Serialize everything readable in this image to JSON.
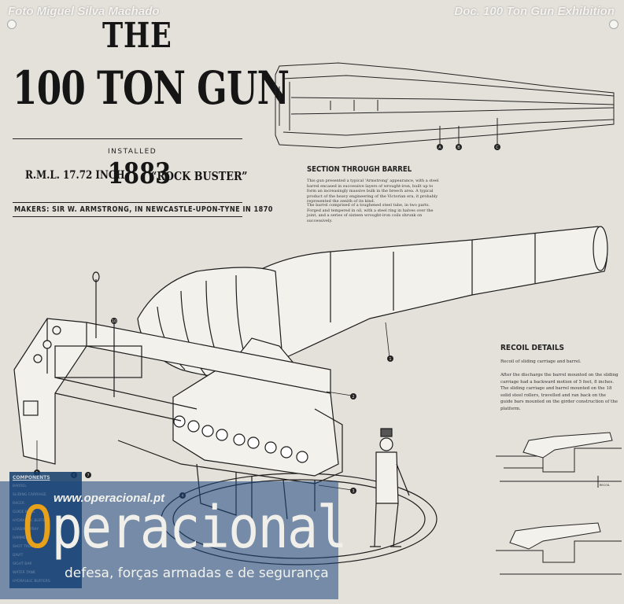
{
  "photo_credits": {
    "left": "Foto Miguel Silva Machado",
    "right": "Doc. 100 Ton Gun Exhibition"
  },
  "title": {
    "line1": "THE",
    "line2": "100 TON GUN",
    "installed_label": "INSTALLED",
    "calibre": "R.M.L. 17.72 INCH",
    "year": "1883",
    "nickname": "“ROCK BUSTER”",
    "makers": "MAKERS: SIR W. ARMSTRONG, IN NEWCASTLE-UPON-TYNE IN 1870"
  },
  "section_through_barrel": {
    "heading": "SECTION THROUGH BARREL",
    "paragraph1": "This gun presented a typical 'Armstrong' appearance, with a steel barrel encased in successive layers of wrought-iron, built up to form an increasingly massive bulk in the breech area. A typical product of the heavy engineering of the Victorian era, it probably represented the zenith of its kind.",
    "paragraph2": "The barrel comprised of a toughened steel tube, in two parts. Forged and tempered in oil, with a steel ring in halves over the joint, and a series of sixteen wrought-iron coils shrunk on successively."
  },
  "recoil_details": {
    "heading": "RECOIL DETAILS",
    "subheading": "Recoil of sliding carriage and barrel.",
    "paragraph": "After the discharge the barrel mounted on the sliding carriage had a backward motion of 5 feet, 8 inches. The sliding carriage and barrel mounted on the 18 solid steel rollers, travelled and ran back on the guide bars mounted on the girder construction of the platform."
  },
  "callouts": [
    "A",
    "B",
    "C",
    "1",
    "2",
    "3",
    "4",
    "5",
    "6",
    "7",
    "8",
    "9",
    "10"
  ],
  "components": {
    "title": "COMPONENTS",
    "items": [
      "BARREL",
      "SLIDING CARRIAGE",
      "RACER",
      "GUIDE BARS",
      "HYDRAULIC BUFFERS",
      "LOADING TRAY",
      "RAMMER",
      "SHOT TRUCK",
      "DAVIT",
      "SIGHT BAR",
      "WATER TANK",
      "HYDRAULIC BUFFERS"
    ]
  },
  "watermark": {
    "url": "www.operacional.pt",
    "brand_first": "O",
    "brand_rest": "peracional",
    "tagline": "defesa, forças armadas e de segurança"
  },
  "colors": {
    "board": "#e4e1da",
    "ink": "#151515",
    "watermark_blue": "#19467d",
    "watermark_orange": "#e8a11b"
  }
}
